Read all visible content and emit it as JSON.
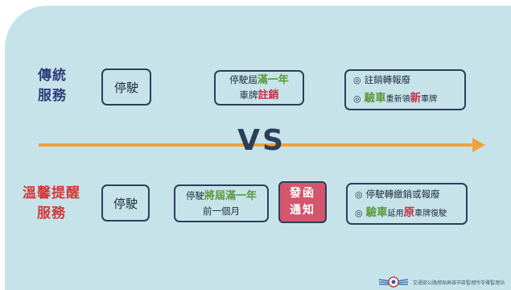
{
  "traditional": {
    "title_line1": "傳統",
    "title_line2": "服務",
    "suspend": "停駛",
    "mid_prefix": "停駛屆",
    "mid_highlight": "滿一年",
    "mid_line2_prefix": "車牌",
    "mid_line2_highlight": "註銷",
    "result_bullet": "◎",
    "result1": "註銷轉報廢",
    "result2_highlight": "驗車",
    "result2_middle": "重新領",
    "result2_red": "新",
    "result2_suffix": "車牌"
  },
  "versus": "VS",
  "warm": {
    "title_line1": "溫馨提醒",
    "title_line2": "服務",
    "suspend": "停駛",
    "mid_prefix": "停駛",
    "mid_highlight": "將屆滿一年",
    "mid_line2": "前一個月",
    "notice_line1": "發函",
    "notice_line2": "通知",
    "result_bullet": "◎",
    "result1": "停駛轉繳銷或報廢",
    "result2_highlight": "驗車",
    "result2_middle": "延用",
    "result2_red": "原",
    "result2_suffix": "車牌復駛"
  },
  "footer": {
    "agency": "交通部公路總局高雄市區監理所苓雅監理站",
    "logo_icon": "highway-bureau-logo-icon"
  },
  "colors": {
    "background_panel": "#c7e3ea",
    "traditional_title": "#2f3e78",
    "warm_title": "#d23a3a",
    "highlight_green": "#5b9a3c",
    "highlight_red": "#c4314b",
    "notice_fill": "#d4556c",
    "arrow": "#f0a23c",
    "border": "#2b3f58"
  }
}
